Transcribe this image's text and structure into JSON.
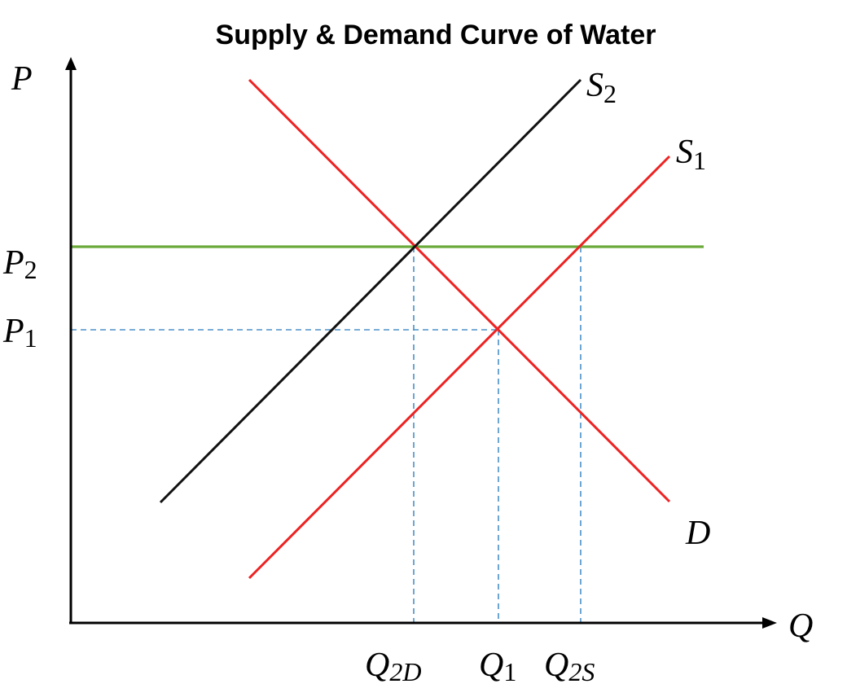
{
  "title": "Supply & Demand Curve of Water",
  "axes": {
    "y_label": "P",
    "x_label": "Q"
  },
  "price_labels": {
    "p2": {
      "main": "P",
      "sub": "2"
    },
    "p1": {
      "main": "P",
      "sub": "1"
    }
  },
  "quantity_labels": {
    "q2d": {
      "main": "Q",
      "sub": "2D"
    },
    "q1": {
      "main": "Q",
      "sub": "1"
    },
    "q2s": {
      "main": "Q",
      "sub": "2S"
    }
  },
  "curve_labels": {
    "s2": {
      "main": "S",
      "sub": "2"
    },
    "s1": {
      "main": "S",
      "sub": "1"
    },
    "d": {
      "main": "D"
    }
  },
  "colors": {
    "supply_original": "#ee2222",
    "supply_shifted": "#111111",
    "demand": "#ee2222",
    "price_ceiling": "#6aaa3a",
    "guides": "#4a90c8",
    "axes": "#000000"
  }
}
